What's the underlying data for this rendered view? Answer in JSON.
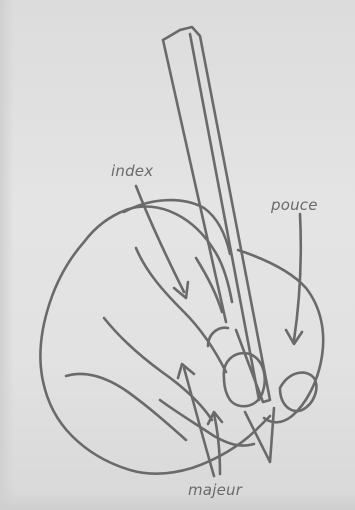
{
  "labels": {
    "index": "index",
    "pouce": "pouce",
    "majeur": "majeur"
  },
  "colors": {
    "background": "#e2e2e2",
    "line": "#6a6a6a",
    "label": "#6a6a6a"
  }
}
